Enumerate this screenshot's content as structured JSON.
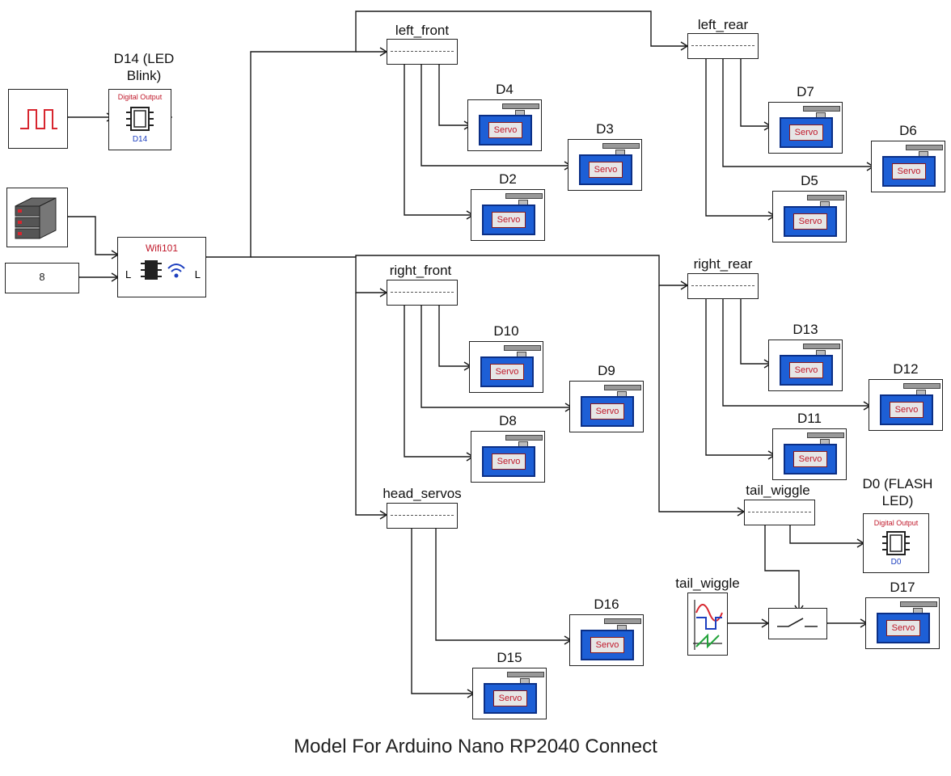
{
  "blocks": {
    "d14_label": "D14 (LED Blink)",
    "d14_line1": "D14 (LED",
    "d14_line2": "Blink)",
    "d14_title": "Digital Output",
    "d14_pin": "D14",
    "wifi_label": "Wifi101",
    "wifi_port_l1": "L",
    "wifi_port_l2": "L",
    "const_value": "8",
    "left_front": "left_front",
    "left_rear": "left_rear",
    "right_front": "right_front",
    "right_rear": "right_rear",
    "head_servos": "head_servos",
    "tail_wiggle_sub": "tail_wiggle",
    "tail_wiggle_src": "tail_wiggle",
    "d0_line1": "D0 (FLASH",
    "d0_line2": "LED)",
    "d0_title": "Digital Output",
    "d0_pin": "D0"
  },
  "servo_text": "Servo",
  "servos": [
    {
      "id": "D4"
    },
    {
      "id": "D3"
    },
    {
      "id": "D2"
    },
    {
      "id": "D7"
    },
    {
      "id": "D6"
    },
    {
      "id": "D5"
    },
    {
      "id": "D10"
    },
    {
      "id": "D9"
    },
    {
      "id": "D8"
    },
    {
      "id": "D13"
    },
    {
      "id": "D12"
    },
    {
      "id": "D11"
    },
    {
      "id": "D16"
    },
    {
      "id": "D15"
    },
    {
      "id": "D17"
    }
  ],
  "caption": "Model For Arduino Nano RP2040 Connect",
  "colors": {
    "wire": "#1a1a1a",
    "servo_blue": "#1d5fd6",
    "servo_text": "#c0182a",
    "pulse_red": "#d7262f",
    "wifi_blue": "#1d3fbf"
  }
}
